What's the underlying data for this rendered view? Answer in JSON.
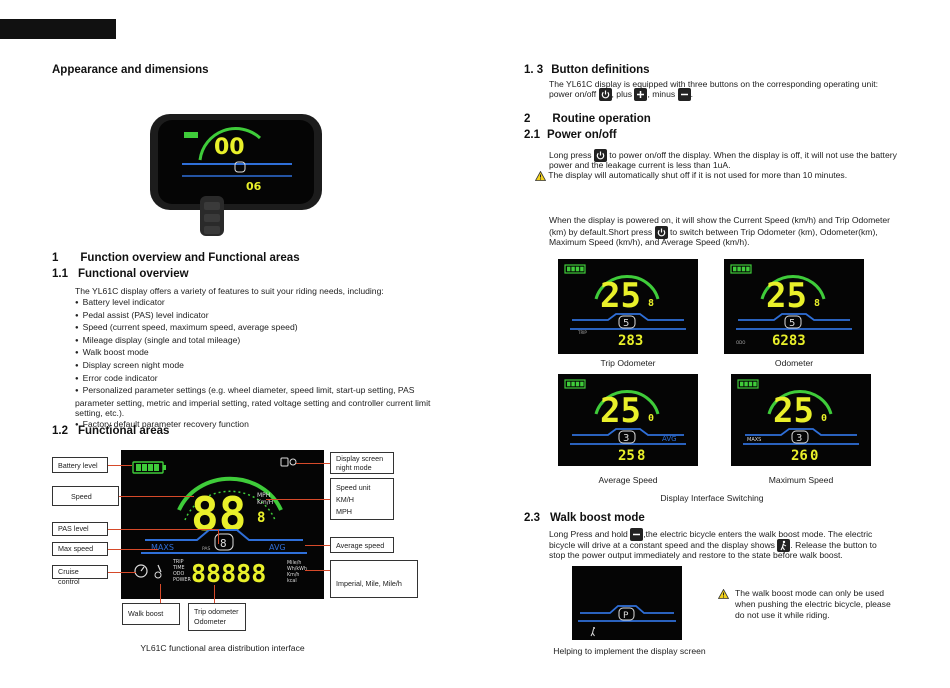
{
  "left": {
    "section_title": "Appearance and dimensions",
    "h1": {
      "num": "1",
      "text": "Function overview and Functional areas"
    },
    "h11": {
      "num": "1.1",
      "text": "Functional overview"
    },
    "intro": "The YL61C display offers a variety of features to suit your riding needs, including:",
    "features": [
      "Battery level indicator",
      "Pedal assist (PAS) level indicator",
      "Speed (current speed, maximum speed, average speed)",
      "Mileage display (single and total mileage)",
      "Walk boost mode",
      "Display screen night mode",
      "Error code indicator",
      "Personalized parameter settings (e.g. wheel diameter, speed limit, start-up setting, PAS parameter setting, metric and imperial setting, rated voltage setting and controller current limit setting, etc.).",
      "Factory default parameter recovery function"
    ],
    "h12": {
      "num": "1.2",
      "text": "Functional areas"
    },
    "callouts": {
      "battery": "Battery level",
      "speed": "Speed",
      "pas": "PAS level",
      "max": "Max speed",
      "cruise": "Cruise control",
      "walk": "Walk boost",
      "trip1": "Trip odometer",
      "trip2": "Odometer",
      "night1": "Display screen",
      "night2": "night mode",
      "unit_title": "Speed unit",
      "unit_kmh": "KM/H",
      "unit_mph": "MPH",
      "avg": "Average speed",
      "imperial": "Imperial, Mile, Mile/h"
    },
    "diagram_labels": {
      "maxs": "MAXS",
      "avg": "AVG",
      "mph": "MPH",
      "kmh": "Km/H",
      "digits": "88",
      "decimal": "8",
      "odo_digits": "88888",
      "pas_digit": "8",
      "pas_small": "PAS",
      "trip_labels": [
        "TRIP",
        "TIME",
        "ODO",
        "POWER"
      ],
      "unit_labels": [
        "Mile/h",
        "Wh/kWh",
        "Km/h",
        "kcal"
      ],
      "device_big": "00",
      "device_small": "06"
    },
    "diagram_caption": "YL61C functional area distribution interface"
  },
  "right": {
    "h13": {
      "num": "1. 3",
      "text": "Button definitions"
    },
    "btn_text_a": "The YL61C display is equipped with three buttons on the corresponding operating unit:",
    "btn_text_b1": "power on/off",
    "btn_text_b2": ", plus",
    "btn_text_b3": ", minus",
    "btn_text_b4": ".",
    "h2": {
      "num": "2",
      "text": "Routine operation"
    },
    "h21": {
      "num": "2.1",
      "text": "Power on/off"
    },
    "power_a1": "Long press",
    "power_a2": " to power on/off the display. When the display is off, it will not use the battery",
    "power_b": "power and the leakage current is less than 1uA.",
    "power_warn": "The display will automatically shut off if it is not used for more than 10 minutes.",
    "default_a": "When the display is powered on, it will show the Current Speed (km/h) and Trip Odometer",
    "default_b1": "(km) by default.Short press",
    "default_b2": " to switch between Trip Odometer (km), Odometer(km),",
    "default_c": "Maximum Speed (km/h), and Average Speed (km/h).",
    "screens": [
      {
        "speed": "25",
        "dec": "8",
        "pas": "5",
        "mode": "",
        "odo": "283",
        "odo_dec": "",
        "tag": "TRIP",
        "caption": "Trip Odometer"
      },
      {
        "speed": "25",
        "dec": "8",
        "pas": "5",
        "mode": "",
        "odo": "6283",
        "odo_dec": "",
        "tag": "ODO",
        "caption": "Odometer"
      },
      {
        "speed": "25",
        "dec": "0",
        "pas": "3",
        "mode": "AVG",
        "odo": "25",
        "odo_dec": "8",
        "tag": "",
        "caption": "Average Speed"
      },
      {
        "speed": "25",
        "dec": "0",
        "pas": "3",
        "mode": "MAXS",
        "odo": "26",
        "odo_dec": "0",
        "tag": "",
        "caption": "Maximum Speed"
      }
    ],
    "switch_caption": "Display Interface Switching",
    "h23": {
      "num": "2.3",
      "text": "Walk boost mode"
    },
    "walk_a1": "Long Press and hold",
    "walk_a2": ",the electric bicycle enters the walk boost mode. The electric",
    "walk_b1": "bicycle will drive at a constant  speed and the display shows",
    "walk_b2": ". Release the button to",
    "walk_c": "stop the power output immediately and restore to the state before  walk boost.",
    "walk_screen_pas": "P",
    "walk_warn": [
      "The walk boost mode can only be used",
      "when pushing the electric bicycle, please",
      "do not use it while riding."
    ],
    "walk_caption": "Helping to implement the display screen"
  },
  "colors": {
    "green": "#3fcc3a",
    "yellow": "#e9f02a",
    "blue": "#2f6fd8",
    "callout_line": "#d64a2a"
  }
}
